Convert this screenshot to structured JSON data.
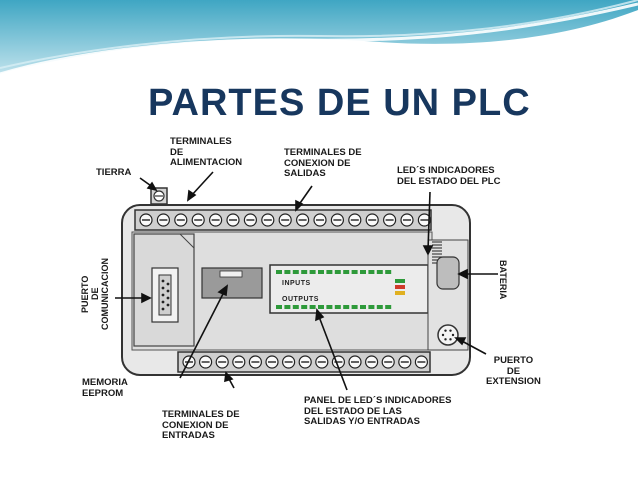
{
  "slide": {
    "title": "PARTES DE UN PLC"
  },
  "diagram": {
    "labels": {
      "tierra": "TIERRA",
      "terminales_alimentacion": "TERMINALES\nDE\nALIMENTACION",
      "terminales_salidas": "TERMINALES DE\nCONEXION DE\nSALIDAS",
      "led_indicadores_plc": "LED´s INDICADORES\nDEL ESTADO DEL PLC",
      "puerto_comunicacion": "PUERTO\nDE\nCOMUNICACION",
      "bateria": "BATERIA",
      "memoria_eeprom": "MEMORIA\nEEPROM",
      "puerto_extension": "PUERTO\nDE\nEXTENSION",
      "terminales_entradas": "TERMINALES DE\nCONEXION DE\nENTRADAS",
      "panel_leds": "PANEL DE LED´s INDICADORES\nDEL ESTADO DE LAS\nSALIDAS Y/O ENTRADAS",
      "inputs": "INPUTS",
      "outputs": "OUTPUTS"
    }
  },
  "colors": {
    "title": "#17375e",
    "wave_light": "#b7dde8",
    "wave_mid": "#4bacc6",
    "plc_body": "#e6e6e6",
    "led_green": "#2e9a3a",
    "led_red": "#d03a2a",
    "led_yellow": "#e0b020"
  }
}
